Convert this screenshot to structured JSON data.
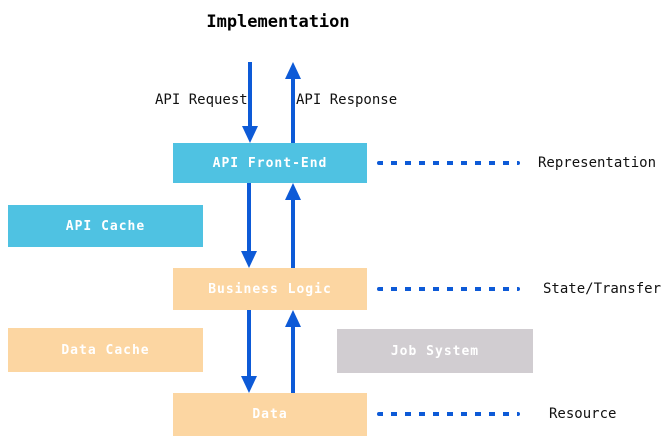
{
  "title": "Implementation",
  "flow_labels": {
    "request": "API Request",
    "response": "API Response"
  },
  "boxes": {
    "api_front_end": {
      "label": "API Front-End"
    },
    "api_cache": {
      "label": "API Cache"
    },
    "business_logic": {
      "label": "Business Logic"
    },
    "data_cache": {
      "label": "Data Cache"
    },
    "job_system": {
      "label": "Job System"
    },
    "data": {
      "label": "Data"
    }
  },
  "layer_labels": {
    "representation": "Representation",
    "state_transfer": "State/Transfer",
    "resource": "Resource"
  },
  "colors": {
    "box_blue": "#4fc2e2",
    "box_orange": "#fcd6a2",
    "box_gray": "#d1cdd1",
    "arrow_blue": "#0d5ad7",
    "box_text": "#ffffff",
    "label_text": "#111111"
  }
}
